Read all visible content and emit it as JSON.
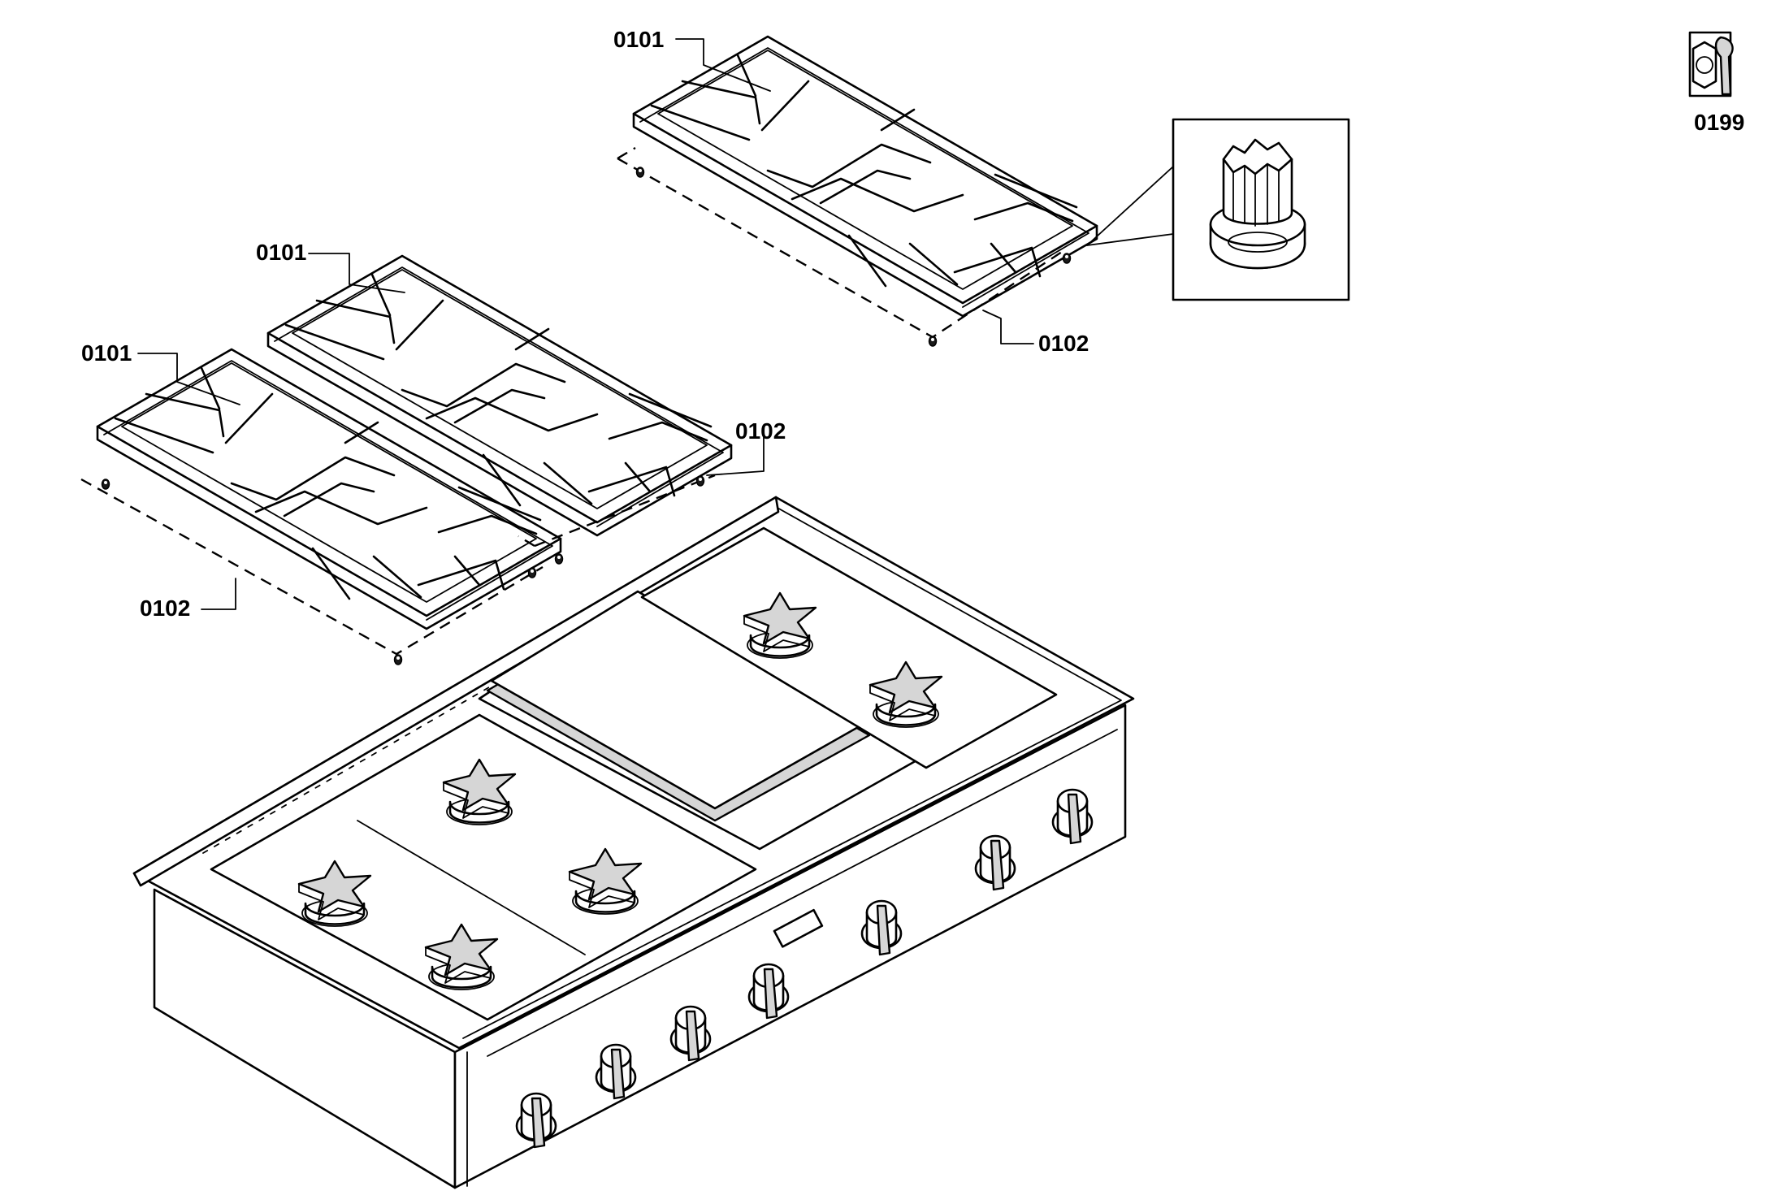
{
  "diagram": {
    "callouts": {
      "grate_top": "0101",
      "grate_mid": "0101",
      "grate_left": "0101",
      "foot_top": "0102",
      "foot_mid": "0102",
      "foot_left": "0102",
      "tools": "0199"
    },
    "parts": [
      "burner-grate",
      "grate-rubber-foot",
      "rangetop",
      "service-tools"
    ],
    "colors": {
      "line": "#000000",
      "background": "#ffffff",
      "shade": "#d6d6d6"
    }
  }
}
